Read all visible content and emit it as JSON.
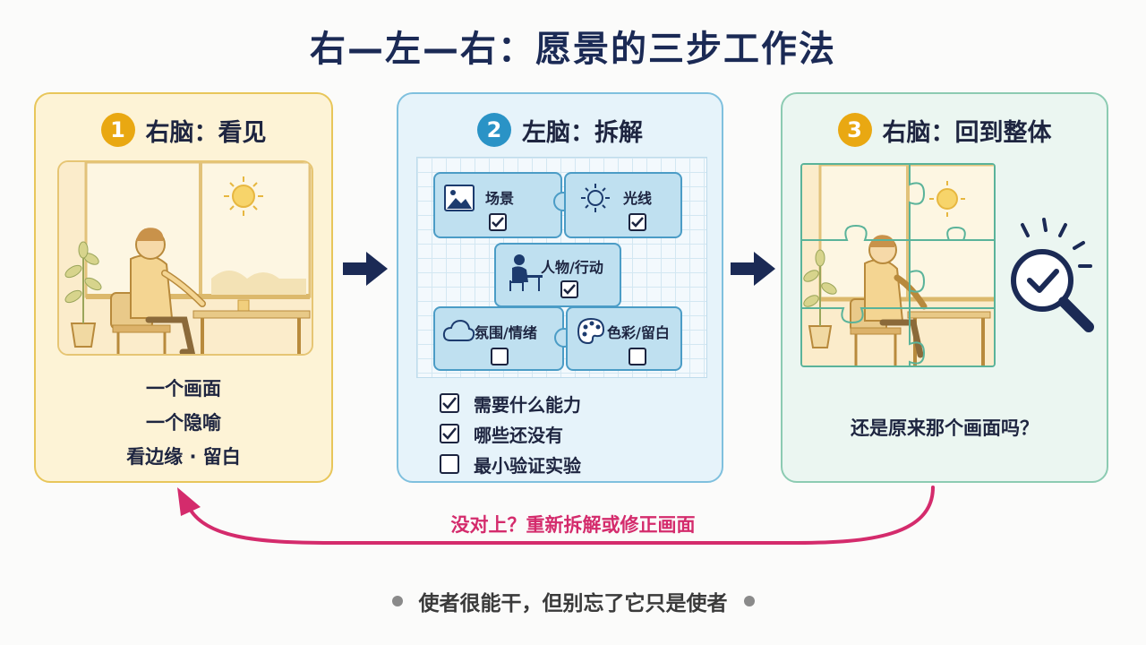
{
  "title": "右—左—右：愿景的三步工作法",
  "steps": [
    {
      "number": "1",
      "title": "右脑：看见",
      "lines": [
        "一个画面",
        "一个隐喻",
        "看边缘 · 留白"
      ]
    },
    {
      "number": "2",
      "title": "左脑：拆解",
      "pieces": [
        {
          "label": "场景",
          "icon": "image-icon",
          "checked": true
        },
        {
          "label": "光线",
          "icon": "sun-icon",
          "checked": true
        },
        {
          "label": "人物/行动",
          "icon": "person-desk-icon",
          "checked": true
        },
        {
          "label": "氛围/情绪",
          "icon": "cloud-icon",
          "checked": false
        },
        {
          "label": "色彩/留白",
          "icon": "palette-icon",
          "checked": false
        }
      ],
      "checklist": [
        {
          "label": "需要什么能力",
          "checked": true
        },
        {
          "label": "哪些还没有",
          "checked": true
        },
        {
          "label": "最小验证实验",
          "checked": false
        }
      ]
    },
    {
      "number": "3",
      "title": "右脑：回到整体",
      "question": "还是原来那个画面吗？",
      "icon": "magnifier-check-icon"
    }
  ],
  "loop_label": "没对上？重新拆解或修正画面",
  "footer": "使者很能干，但别忘了它只是使者",
  "colors": {
    "title": "#1b2a55",
    "step1_bg": "#fdf3d6",
    "step2_bg": "#e6f3fa",
    "step3_bg": "#ebf6f1",
    "loop_arrow": "#d42b6c",
    "arrow": "#1b2a55"
  }
}
